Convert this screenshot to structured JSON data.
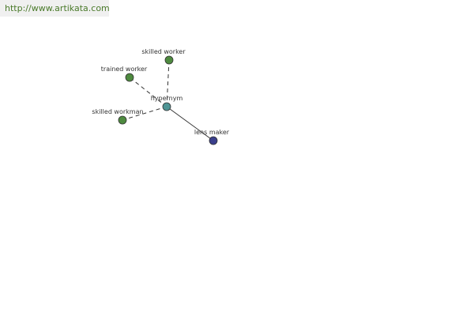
{
  "header": {
    "url": "http://www.artikata.com"
  },
  "graph": {
    "colors": {
      "green_node": "#4e8a3f",
      "center_node": "#4f9595",
      "blue_node": "#3a3f8c",
      "edge": "#333333",
      "node_stroke": "#333333"
    },
    "center": {
      "id": "hypernym",
      "label": "hypernym",
      "icon": "teal-circle"
    },
    "nodes": [
      {
        "id": "skilled-worker",
        "label": "skilled worker",
        "icon": "green-circle",
        "edge": "dashed"
      },
      {
        "id": "trained-worker",
        "label": "trained worker",
        "icon": "green-circle",
        "edge": "dashed"
      },
      {
        "id": "skilled-workman",
        "label": "skilled workman",
        "icon": "green-circle",
        "edge": "dashed"
      },
      {
        "id": "lens-maker",
        "label": "lens maker",
        "icon": "blue-circle",
        "edge": "solid"
      }
    ]
  }
}
